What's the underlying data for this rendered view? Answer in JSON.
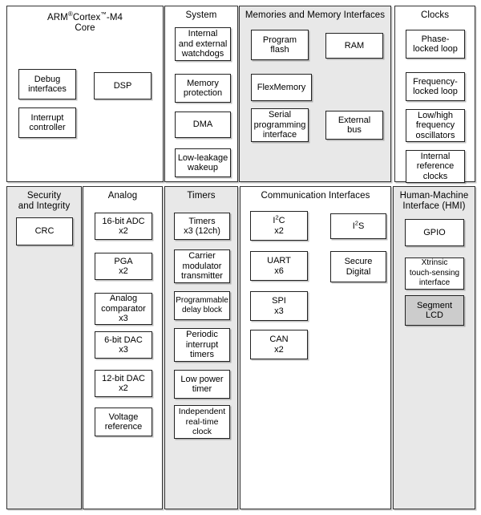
{
  "diagram": {
    "title": "Kinetis K-series MCU block diagram",
    "colors": {
      "panel_shaded": "#e8e8e8",
      "panel_plain": "#ffffff",
      "block_fill": "#ffffff",
      "block_fill_highlight": "#cccccc",
      "border": "#333333",
      "text": "#000000"
    },
    "groups": [
      {
        "id": "arm-core",
        "title": "ARM®Cortex™-M4\nCore",
        "title_html": "ARM<span class=\"reg\">&reg;</span>Cortex<sup>™</sup>-M4<br>Core",
        "shaded": false,
        "blocks": [
          {
            "id": "debug-interfaces",
            "label": "Debug\ninterfaces"
          },
          {
            "id": "dsp",
            "label": "DSP"
          },
          {
            "id": "interrupt-controller",
            "label": "Interrupt\ncontroller"
          }
        ]
      },
      {
        "id": "system",
        "title": "System",
        "shaded": false,
        "blocks": [
          {
            "id": "watchdogs",
            "label": "Internal\nand external\nwatchdogs"
          },
          {
            "id": "memory-protection",
            "label": "Memory\nprotection"
          },
          {
            "id": "dma",
            "label": "DMA"
          },
          {
            "id": "low-leakage-wakeup",
            "label": "Low-leakage\nwakeup"
          }
        ]
      },
      {
        "id": "memories",
        "title": "Memories and Memory Interfaces",
        "shaded": true,
        "blocks": [
          {
            "id": "program-flash",
            "label": "Program\nflash"
          },
          {
            "id": "ram",
            "label": "RAM"
          },
          {
            "id": "flexmemory",
            "label": "FlexMemory"
          },
          {
            "id": "serial-programming-interface",
            "label": "Serial\nprogramming\ninterface"
          },
          {
            "id": "external-bus",
            "label": "External\nbus"
          }
        ]
      },
      {
        "id": "clocks",
        "title": "Clocks",
        "shaded": false,
        "blocks": [
          {
            "id": "phase-locked-loop",
            "label": "Phase-\nlocked loop"
          },
          {
            "id": "frequency-locked-loop",
            "label": "Frequency-\nlocked loop"
          },
          {
            "id": "oscillators",
            "label": "Low/high\nfrequency\noscillators"
          },
          {
            "id": "internal-reference-clocks",
            "label": "Internal\nreference\nclocks"
          }
        ]
      },
      {
        "id": "security-and-integrity",
        "title": "Security\nand Integrity",
        "shaded": true,
        "blocks": [
          {
            "id": "crc",
            "label": "CRC"
          }
        ]
      },
      {
        "id": "analog",
        "title": "Analog",
        "shaded": false,
        "blocks": [
          {
            "id": "adc-16bit",
            "label": "16-bit ADC\nx2"
          },
          {
            "id": "pga",
            "label": "PGA\nx2"
          },
          {
            "id": "analog-comparator",
            "label": "Analog\ncomparator\nx3"
          },
          {
            "id": "dac-6bit",
            "label": "6-bit DAC\nx3"
          },
          {
            "id": "dac-12bit",
            "label": "12-bit DAC\nx2"
          },
          {
            "id": "voltage-reference",
            "label": "Voltage\nreference"
          }
        ]
      },
      {
        "id": "timers",
        "title": "Timers",
        "shaded": true,
        "blocks": [
          {
            "id": "timers",
            "label": "Timers\nx3 (12ch)"
          },
          {
            "id": "carrier-modulator-transmitter",
            "label": "Carrier\nmodulator\ntransmitter"
          },
          {
            "id": "programmable-delay-block",
            "label": "Programmable\ndelay block"
          },
          {
            "id": "periodic-interrupt-timers",
            "label": "Periodic\ninterrupt\ntimers"
          },
          {
            "id": "low-power-timer",
            "label": "Low power\ntimer"
          },
          {
            "id": "independent-real-time-clock",
            "label": "Independent\nreal-time\nclock"
          }
        ]
      },
      {
        "id": "communication-interfaces",
        "title": "Communication Interfaces",
        "shaded": false,
        "blocks": [
          {
            "id": "i2c",
            "label": "I²C\nx2",
            "label_html": "I<sup>2</sup>C<br>x2"
          },
          {
            "id": "i2s",
            "label": "I²S",
            "label_html": "I<sup>2</sup>S"
          },
          {
            "id": "uart",
            "label": "UART\nx6"
          },
          {
            "id": "secure-digital",
            "label": "Secure\nDigital"
          },
          {
            "id": "spi",
            "label": "SPI\nx3"
          },
          {
            "id": "can",
            "label": "CAN\nx2"
          }
        ]
      },
      {
        "id": "hmi",
        "title": "Human-Machine\nInterface (HMI)",
        "shaded": true,
        "blocks": [
          {
            "id": "gpio",
            "label": "GPIO"
          },
          {
            "id": "xtrinsic-touch-sensing-interface",
            "label": "Xtrinsic\ntouch-sensing\ninterface"
          },
          {
            "id": "segment-lcd",
            "label": "Segment\nLCD",
            "highlight": true
          }
        ]
      }
    ]
  }
}
